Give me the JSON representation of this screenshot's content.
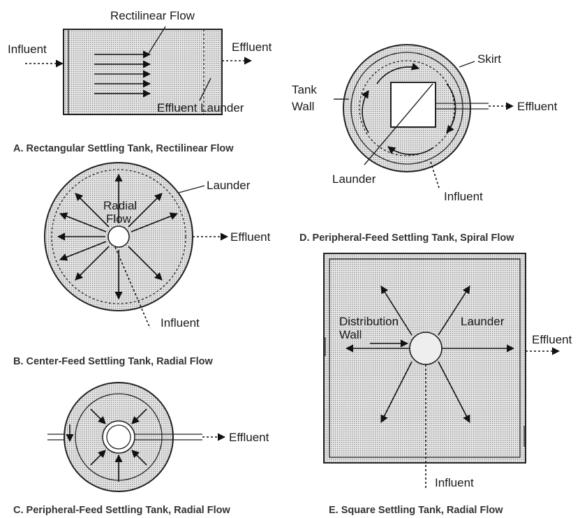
{
  "panelA": {
    "caption": "A. Rectangular Settling Tank, Rectilinear Flow",
    "influent": "Influent",
    "effluent": "Effluent",
    "flow": "Rectilinear Flow",
    "launder": "Effluent Launder"
  },
  "panelB": {
    "caption": "B. Center-Feed Settling Tank, Radial Flow",
    "launder": "Launder",
    "effluent": "Effluent",
    "influent": "Influent",
    "flow_line1": "Radial",
    "flow_line2": "Flow"
  },
  "panelC": {
    "caption": "C. Peripheral-Feed Settling Tank, Radial Flow",
    "effluent": "Effluent"
  },
  "panelD": {
    "caption": "D. Peripheral-Feed Settling Tank, Spiral Flow",
    "skirt": "Skirt",
    "tank_wall_line1": "Tank",
    "tank_wall_line2": "Wall",
    "effluent": "Effluent",
    "launder": "Launder",
    "influent": "Influent"
  },
  "panelE": {
    "caption": "E. Square Settling Tank, Radial Flow",
    "distribution_line1": "Distribution",
    "distribution_line2": "Wall",
    "launder": "Launder",
    "effluent": "Effluent",
    "influent": "Influent"
  },
  "colors": {
    "ink": "#1a1a1a",
    "fill_dots": "#9a9a9a",
    "background": "#ffffff"
  }
}
